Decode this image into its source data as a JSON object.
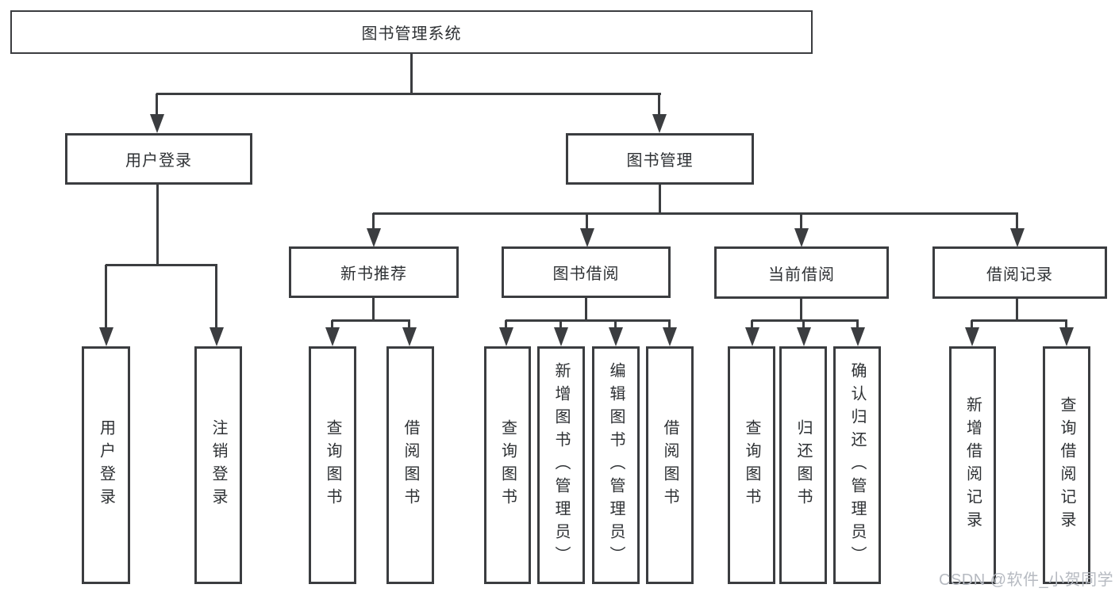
{
  "diagram": {
    "root": {
      "label": "图书管理系统"
    },
    "level2": {
      "user_login": {
        "label": "用户登录"
      },
      "book_management": {
        "label": "图书管理"
      }
    },
    "level3": {
      "new_book_recommendation": {
        "label": "新书推荐"
      },
      "book_borrowing": {
        "label": "图书借阅"
      },
      "current_borrowing": {
        "label": "当前借阅"
      },
      "borrowing_records": {
        "label": "借阅记录"
      }
    },
    "leaves": {
      "user": [
        "用户登录",
        "注销登录"
      ],
      "recommend": [
        "查询图书",
        "借阅图书"
      ],
      "borrow": [
        "查询图书",
        "新增图书（管理员）",
        "编辑图书（管理员）",
        "借阅图书"
      ],
      "current": [
        "查询图书",
        "归还图书",
        "确认归还（管理员）"
      ],
      "records": [
        "新增借阅记录",
        "查询借阅记录"
      ]
    }
  },
  "colors": {
    "background": "#ffffff",
    "line": "#3b3d40",
    "box_border": "#3b3d40",
    "box_fill": "#ffffff",
    "text": "#2e3134",
    "watermark": "#b6bac1"
  },
  "watermark": {
    "text": "CSDN @软件_小贺同学"
  }
}
